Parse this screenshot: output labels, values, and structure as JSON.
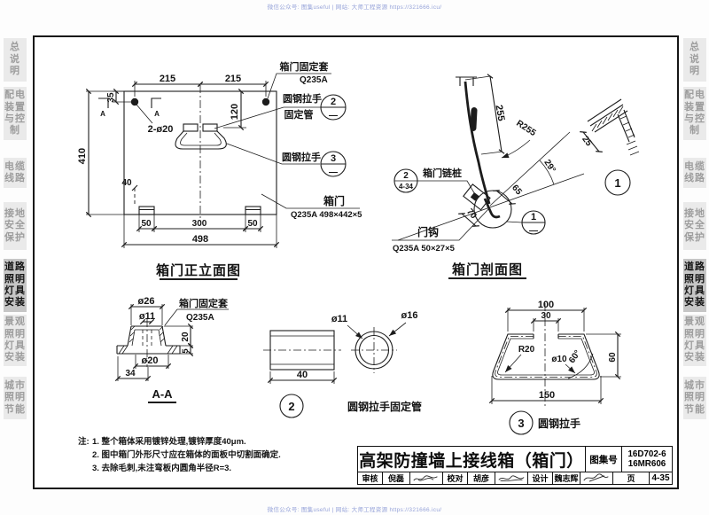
{
  "watermark": {
    "top": "微信公众号: 图集useful | 网站: 大师工程资源 https://321666.icu/",
    "bottom": "微信公众号: 图集useful | 网站: 大师工程资源 https://321666.icu/"
  },
  "sidebar": {
    "items": [
      {
        "label": "总\n说\n明"
      },
      {
        "label": "配电\n装置\n与控\n制"
      },
      {
        "label": "电缆\n线路"
      },
      {
        "label": "接地\n安全\n保护"
      },
      {
        "label": "道路\n照明\n灯具\n安装"
      },
      {
        "label": "景观\n照明\n灯具\n安装"
      },
      {
        "label": "城市\n照明\n节能"
      }
    ]
  },
  "fr": {
    "title": "箱门正立面图",
    "d215a": "215",
    "d215b": "215",
    "d35": "35",
    "d120": "120",
    "d410": "410",
    "d40": "40",
    "d50a": "50",
    "d300": "300",
    "d50b": "50",
    "d498": "498",
    "holes": "2-ø20",
    "a1": "A",
    "a2": "A",
    "sleeve1": "箱门固定套",
    "sleeve2": "Q235A",
    "pull1": "圆钢拉手",
    "pull2": "固定管",
    "pull3": "圆钢拉手",
    "door": "箱门",
    "door_spec": "Q235A 498×442×5",
    "c2": "2",
    "c2r": "—",
    "c3": "3",
    "c3r": "—"
  },
  "se": {
    "title": "箱门剖面图",
    "d255": "255",
    "r255": "R255",
    "a29": "29°",
    "d65": "65",
    "d70": "70",
    "chain": "箱门链桩",
    "cref_n": "2",
    "cref_p": "4-34",
    "hook": "门钩",
    "hook_spec": "Q235A 50×27×5",
    "c1": "1",
    "c1r": "—"
  },
  "d1": {
    "n": "1",
    "d25": "25"
  },
  "aa": {
    "title": "A-A",
    "d26": "ø26",
    "d11": "ø11",
    "d20": "20",
    "d5": "5",
    "dia20": "ø20",
    "d34": "34",
    "l1": "箱门固定套",
    "l2": "Q235A"
  },
  "d2": {
    "n": "2",
    "name": "圆钢拉手固定管",
    "d40": "40",
    "d11": "ø11",
    "d16": "ø16"
  },
  "d3": {
    "n": "3",
    "name": "圆钢拉手",
    "d100": "100",
    "d30": "30",
    "r20": "R20",
    "d10": "ø10",
    "a60": "60°",
    "d60": "60",
    "d150": "150"
  },
  "notes": {
    "prefix": "注:",
    "items": [
      "1. 整个箱体采用镀锌处理,镀锌厚度40μm.",
      "2. 图中箱门外形尺寸应在箱体的面板中切割面确定.",
      "3. 去除毛刺,未注弯板内圆角半径R=3."
    ]
  },
  "titleblock": {
    "title": "高架防撞墙上接线箱（箱门）",
    "atlas_label": "图集号",
    "atlas_no1": "16D702-6",
    "atlas_no2": "16MR606",
    "page_label": "页",
    "page_no": "4-35",
    "review_label": "审核",
    "review_name": "倪磊",
    "check_label": "校对",
    "check_name": "胡彦",
    "design_label": "设计",
    "design_name": "魏志辉"
  }
}
